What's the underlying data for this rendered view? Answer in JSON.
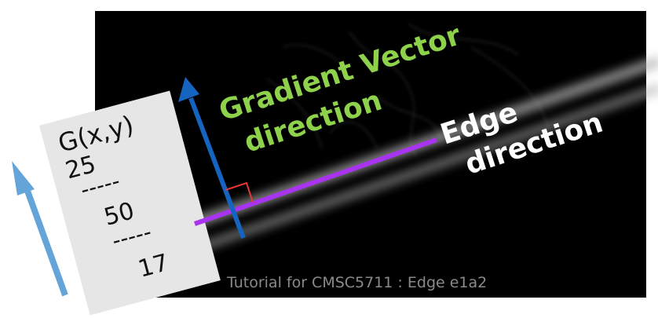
{
  "labels": {
    "gradient_line1": "Gradient Vector",
    "gradient_line2": "direction",
    "edge_line1": "Edge",
    "edge_line2": "direction",
    "footer": "Tutorial for CMSC5711 : Edge e1a2"
  },
  "card": {
    "title": "G(x,y)",
    "value_top": "25",
    "separator_1": "-----",
    "value_middle": "50",
    "separator_2": "-----",
    "value_bottom": "17"
  },
  "colors": {
    "background": "#000000",
    "gradient_text": "#8ed14b",
    "edge_text": "#ffffff",
    "gradient_arrow": "#1565c0",
    "side_arrow": "#64a4d8",
    "edge_line": "#a834f0",
    "right_angle": "#e53935",
    "card_fill": "#e6e6e6",
    "footer_text": "#8a8a8a"
  }
}
